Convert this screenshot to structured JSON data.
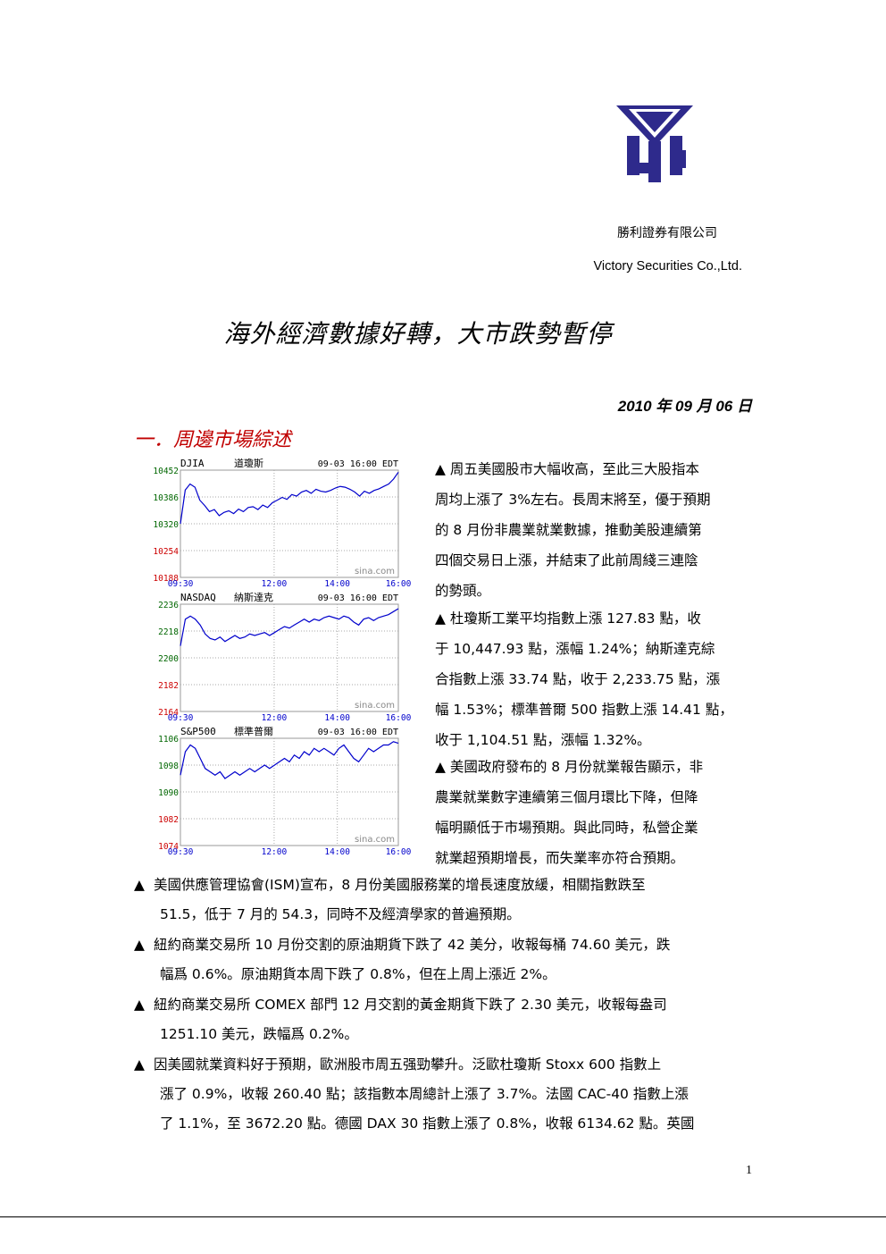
{
  "header": {
    "logo_icon": "victory-securities-logo",
    "company_cn": "勝利證券有限公司",
    "company_en": "Victory Securities Co.,Ltd."
  },
  "title": "海外經濟數據好轉，大市跌勢暫停",
  "date": "2010 年 09 月 06 日",
  "section_heading": "一．周邊市場綜述",
  "bullet_symbol": "▲",
  "colors": {
    "accent_red": "#c00000",
    "chart_line": "#0000cc",
    "axis_green": "#006600",
    "axis_red": "#cc0000",
    "axis_blue": "#0000cc"
  },
  "chart_data": [
    {
      "type": "line",
      "code": "DJIA",
      "name": "道瓊斯",
      "timestamp": "09-03 16:00 EDT",
      "ticks_y": [
        "10452",
        "10386",
        "10320",
        "10254",
        "10188"
      ],
      "ticks_x": [
        "09:30",
        "12:00",
        "14:00",
        "16:00"
      ],
      "ylim": [
        10188,
        10452
      ],
      "watermark": "sina.com",
      "series": [
        {
          "values": [
            10320,
            10403,
            10418,
            10410,
            10378,
            10365,
            10350,
            10355,
            10340,
            10348,
            10352,
            10345,
            10356,
            10350,
            10360,
            10362,
            10355,
            10366,
            10360,
            10372,
            10378,
            10385,
            10380,
            10392,
            10388,
            10398,
            10402,
            10395,
            10405,
            10400,
            10398,
            10402,
            10408,
            10412,
            10410,
            10405,
            10398,
            10388,
            10400,
            10395,
            10402,
            10406,
            10412,
            10418,
            10430,
            10447
          ]
        }
      ]
    },
    {
      "type": "line",
      "code": "NASDAQ",
      "name": "納斯達克",
      "timestamp": "09-03 16:00 EDT",
      "ticks_y": [
        "2236",
        "2218",
        "2200",
        "2182",
        "2164"
      ],
      "ticks_x": [
        "09:30",
        "12:00",
        "14:00",
        "16:00"
      ],
      "ylim": [
        2164,
        2236
      ],
      "watermark": "sina.com",
      "series": [
        {
          "values": [
            2208,
            2226,
            2228,
            2226,
            2222,
            2216,
            2213,
            2212,
            2214,
            2211,
            2213,
            2215,
            2213,
            2214,
            2216,
            2215,
            2216,
            2217,
            2215,
            2217,
            2219,
            2221,
            2220,
            2222,
            2224,
            2226,
            2224,
            2226,
            2225,
            2227,
            2228,
            2227,
            2226,
            2228,
            2227,
            2224,
            2222,
            2226,
            2227,
            2225,
            2227,
            2228,
            2229,
            2231,
            2233
          ]
        }
      ]
    },
    {
      "type": "line",
      "code": "S&P500",
      "name": "標準普爾",
      "timestamp": "09-03 16:00 EDT",
      "ticks_y": [
        "1106",
        "1098",
        "1090",
        "1082",
        "1074"
      ],
      "ticks_x": [
        "09:30",
        "12:00",
        "14:00",
        "16:00"
      ],
      "ylim": [
        1074,
        1106
      ],
      "watermark": "sina.com",
      "series": [
        {
          "values": [
            1095,
            1102,
            1104,
            1103,
            1100,
            1097,
            1096,
            1095,
            1096,
            1094,
            1095,
            1096,
            1095,
            1096,
            1097,
            1096,
            1097,
            1098,
            1097,
            1098,
            1099,
            1100,
            1099,
            1101,
            1100,
            1102,
            1101,
            1103,
            1102,
            1103,
            1102,
            1101,
            1103,
            1104,
            1102,
            1100,
            1099,
            1101,
            1103,
            1102,
            1103,
            1104,
            1104,
            1105,
            1104.51
          ]
        }
      ]
    }
  ],
  "right_paragraphs": [
    [
      "▲ 周五美國股市大幅收高，至此三大股指本",
      "周均上漲了 3%左右。長周末將至，優于預期",
      "的 8 月份非農業就業數據，推動美股連續第",
      "四個交易日上漲，并結束了此前周綫三連陰",
      "的勢頭。"
    ],
    [
      "▲ 杜瓊斯工業平均指數上漲 127.83 點，收",
      "于 10,447.93 點，漲幅 1.24%；納斯達克綜",
      "合指數上漲 33.74 點，收于 2,233.75 點，漲",
      "幅 1.53%；標準普爾 500 指數上漲 14.41 點，",
      "收于 1,104.51 點，漲幅 1.32%。"
    ],
    [
      "▲ 美國政府發布的 8 月份就業報告顯示，非",
      "農業就業數字連續第三個月環比下降，但降",
      "幅明顯低于市場預期。與此同時，私營企業",
      "就業超預期增長，而失業率亦符合預期。"
    ]
  ],
  "bullets": [
    {
      "first": "美國供應管理協會(ISM)宣布，8  月份美國服務業的增長速度放緩，相關指數跌至",
      "rest": [
        "51.5，低于 7 月的 54.3，同時不及經濟學家的普遍預期。"
      ]
    },
    {
      "first": "紐約商業交易所 10 月份交割的原油期貨下跌了 42 美分，收報每桶 74.60 美元，跌",
      "rest": [
        "幅爲 0.6%。原油期貨本周下跌了 0.8%，但在上周上漲近 2%。"
      ]
    },
    {
      "first": "紐約商業交易所 COMEX 部門 12 月交割的黃金期貨下跌了 2.30 美元，收報每盎司",
      "rest": [
        "1251.10 美元，跌幅爲 0.2%。"
      ]
    },
    {
      "first": "因美國就業資料好于預期，歐洲股市周五强勁攀升。泛歐杜瓊斯 Stoxx 600 指數上",
      "rest": [
        "漲了 0.9%，收報 260.40 點；該指數本周總計上漲了 3.7%。法國 CAC-40 指數上漲",
        "了 1.1%，至 3672.20 點。德國 DAX 30 指數上漲了 0.8%，收報 6134.62 點。英國"
      ]
    }
  ],
  "page_number": "1"
}
